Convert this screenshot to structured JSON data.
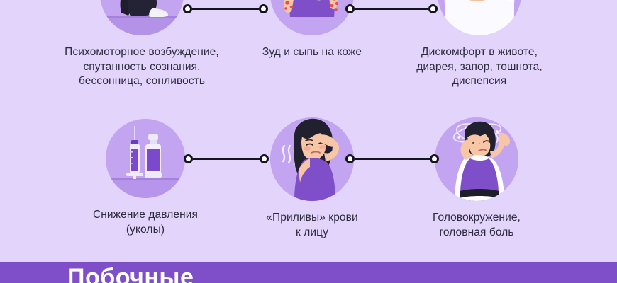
{
  "page": {
    "background_color": "#e3d4fc",
    "bubble_color": "#c3a4f0",
    "connector_color": "#14141f",
    "text_color": "#2b2b3c",
    "band_color": "#7e4fc9"
  },
  "items": [
    {
      "id": "psychomotor",
      "icon": "person-sitting-distressed-icon",
      "caption": "Психомоторное возбуждение,\nспутанность сознания,\nбессонница, сонливость"
    },
    {
      "id": "skin-rash",
      "icon": "woman-scratching-rash-icon",
      "caption": "Зуд и сыпь на коже"
    },
    {
      "id": "abdominal",
      "icon": "abdominal-pain-icon",
      "caption": "Дискомфорт в животе,\nдиарея, запор, тошнота,\nдиспепсия"
    },
    {
      "id": "low-pressure",
      "icon": "syringe-and-vial-icon",
      "caption": "Снижение давления\n(уколы)"
    },
    {
      "id": "hot-flashes",
      "icon": "woman-hot-flashes-icon",
      "caption": "«Приливы» крови\nк лицу"
    },
    {
      "id": "dizziness",
      "icon": "woman-dizzy-icon",
      "caption": "Головокружение,\nголовная боль"
    }
  ],
  "bottom_band": {
    "text": "Побочные"
  }
}
